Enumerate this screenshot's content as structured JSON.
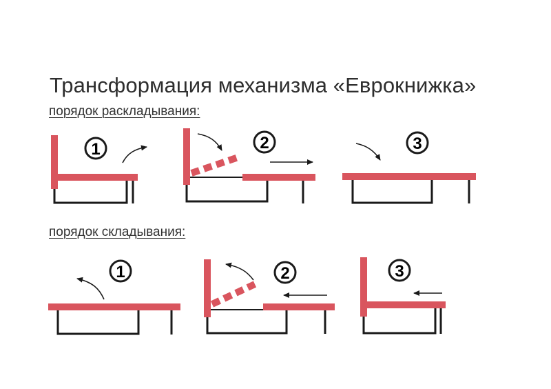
{
  "title": "Трансформация механизма «Еврокнижка»",
  "unfold": {
    "heading": "порядок раскладывания:",
    "steps": [
      "1",
      "2",
      "3"
    ]
  },
  "fold": {
    "heading": "порядок складывания:",
    "steps": [
      "1",
      "2",
      "3"
    ]
  },
  "colors": {
    "seat": "#d9555e",
    "frame": "#1a1a1a",
    "text": "#2e2e2e"
  },
  "icons": [
    "arrow-icon",
    "dashed-backrest-icon",
    "step-number-circle"
  ]
}
